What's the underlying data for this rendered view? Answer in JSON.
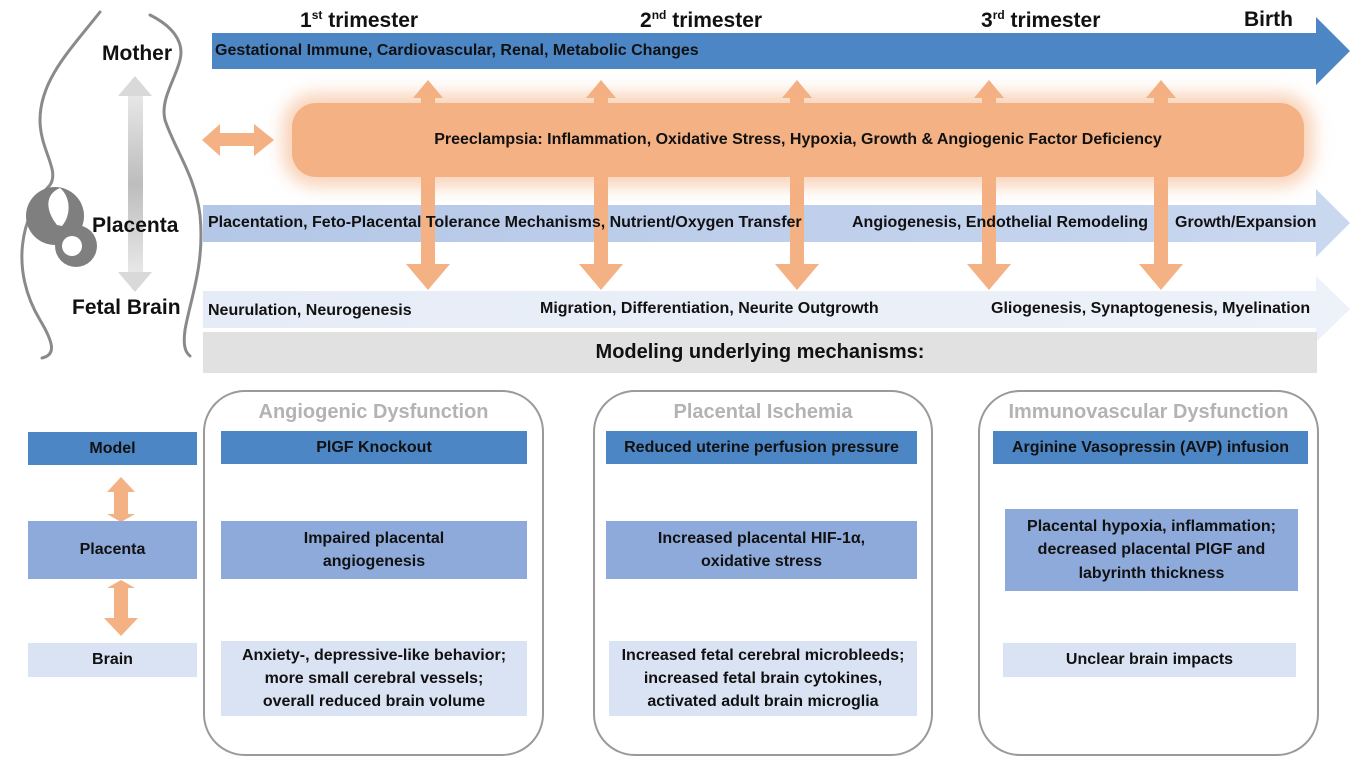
{
  "timeline": {
    "trimester1": {
      "num": "1",
      "sup": "st",
      "word": "trimester"
    },
    "trimester2": {
      "num": "2",
      "sup": "nd",
      "word": "trimester"
    },
    "trimester3": {
      "num": "3",
      "sup": "rd",
      "word": "trimester"
    },
    "birth": "Birth"
  },
  "rows": {
    "mother": {
      "label": "Mother",
      "text": "Gestational Immune, Cardiovascular, Renal, Metabolic Changes"
    },
    "preeclampsia": {
      "text": "Preeclampsia: Inflammation, Oxidative Stress, Hypoxia, Growth & Angiogenic Factor Deficiency"
    },
    "placenta": {
      "label": "Placenta",
      "text1": "Placentation, Feto-Placental Tolerance Mechanisms, Nutrient/Oxygen Transfer",
      "text2": "Angiogenesis, Endothelial Remodeling",
      "text3": "Growth/Expansion"
    },
    "fetal_brain": {
      "label": "Fetal Brain",
      "text1": "Neurulation, Neurogenesis",
      "text2": "Migration, Differentiation, Neurite Outgrowth",
      "text3": "Gliogenesis, Synaptogenesis, Myelination"
    }
  },
  "modeling_header": "Modeling underlying mechanisms:",
  "legend": {
    "model": "Model",
    "placenta": "Placenta",
    "brain": "Brain"
  },
  "panels": [
    {
      "title": "Angiogenic Dysfunction",
      "model": "PlGF Knockout",
      "placenta": [
        "Impaired placental",
        "angiogenesis"
      ],
      "brain": [
        "Anxiety-, depressive-like behavior;",
        "more small cerebral vessels;",
        "overall reduced brain volume"
      ]
    },
    {
      "title": "Placental Ischemia",
      "model": "Reduced uterine perfusion pressure",
      "placenta": [
        "Increased placental HIF-1α,",
        "oxidative stress"
      ],
      "brain": [
        "Increased fetal cerebral microbleeds;",
        "increased fetal brain cytokines,",
        "activated adult brain microglia"
      ]
    },
    {
      "title": "Immunovascular Dysfunction",
      "model": "Arginine Vasopressin (AVP) infusion",
      "placenta": [
        "Placental hypoxia, inflammation;",
        "decreased placental PlGF and",
        "labyrinth thickness"
      ],
      "brain": [
        "Unclear brain impacts"
      ]
    }
  ],
  "colors": {
    "dark_blue": "#4c86c4",
    "mid_blue": "#8eaadb",
    "light_blue": "#dae3f3",
    "orange": "#f4b183",
    "gray": "#e1e1e1"
  }
}
